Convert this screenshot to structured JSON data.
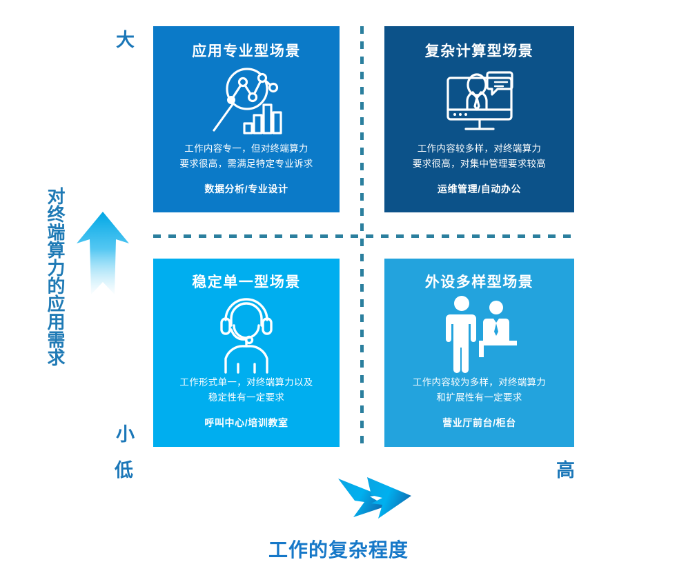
{
  "axes": {
    "y_title": "对终端算力的应用需求",
    "x_title": "工作的复杂程度",
    "y_max_label": "大",
    "y_min_label": "小",
    "x_min_label": "低",
    "x_max_label": "高",
    "y_arrow_icon": "arrow-up-icon",
    "x_arrow_icon": "arrow-right-icon"
  },
  "colors": {
    "quadrant_top_left": "#0b7ac8",
    "quadrant_top_right": "#0c5289",
    "quadrant_bottom_left": "#00aeef",
    "quadrant_bottom_right": "#23a3dd",
    "divider": "#2b7f9e",
    "axis_text": "#1b77b8",
    "arrow": "#00a0e0"
  },
  "quadrants": [
    {
      "id": "top-left",
      "title": "应用专业型场景",
      "icon": "analytics-chart-magnifier-icon",
      "desc_line1": "工作内容专一，但对终端算力",
      "desc_line2": "要求很高，需满足特定专业诉求",
      "tags": "数据分析/专业设计"
    },
    {
      "id": "top-right",
      "title": "复杂计算型场景",
      "icon": "desktop-person-chat-icon",
      "desc_line1": "工作内容较多样，对终端算力",
      "desc_line2": "要求很高，对集中管理要求较高",
      "tags": "运维管理/自动办公"
    },
    {
      "id": "bottom-left",
      "title": "稳定单一型场景",
      "icon": "headset-operator-icon",
      "desc_line1": "工作形式单一，对终端算力以及",
      "desc_line2": "稳定性有一定要求",
      "tags": "呼叫中心/培训教室"
    },
    {
      "id": "bottom-right",
      "title": "外设多样型场景",
      "icon": "counter-service-people-icon",
      "desc_line1": "工作内容较为多样，对终端算力",
      "desc_line2": "和扩展性有一定要求",
      "tags": "营业厅前台/柜台"
    }
  ]
}
